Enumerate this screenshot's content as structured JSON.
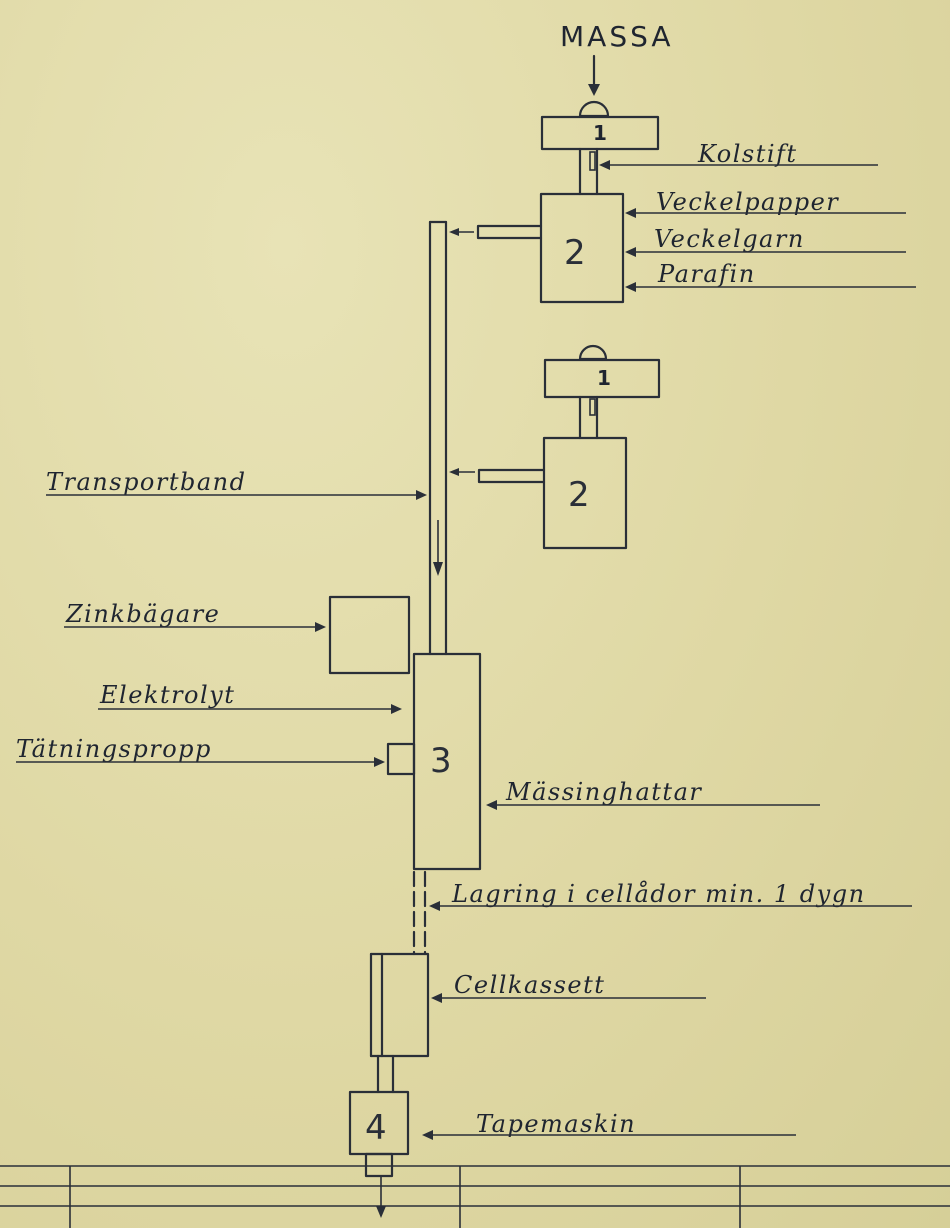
{
  "diagram": {
    "title": "MASSA",
    "station_numbers": {
      "s1a": "1",
      "s2a": "2",
      "s1b": "1",
      "s2b": "2",
      "s3": "3",
      "s4": "4"
    },
    "labels": {
      "kolstift": "Kolstift",
      "veckelpapper": "Veckelpapper",
      "veckelgarn": "Veckelgarn",
      "parafin": "Parafin",
      "transportband": "Transportband",
      "zinkbagare": "Zinkbägare",
      "elektrolyt": "Elektrolyt",
      "tatningspropp": "Tätningspropp",
      "massinghattar": "Mässinghattar",
      "lagring": "Lagring i cellådor min. 1 dygn",
      "cellkassett": "Cellkassett",
      "tapemaskin": "Tapemaskin"
    }
  }
}
